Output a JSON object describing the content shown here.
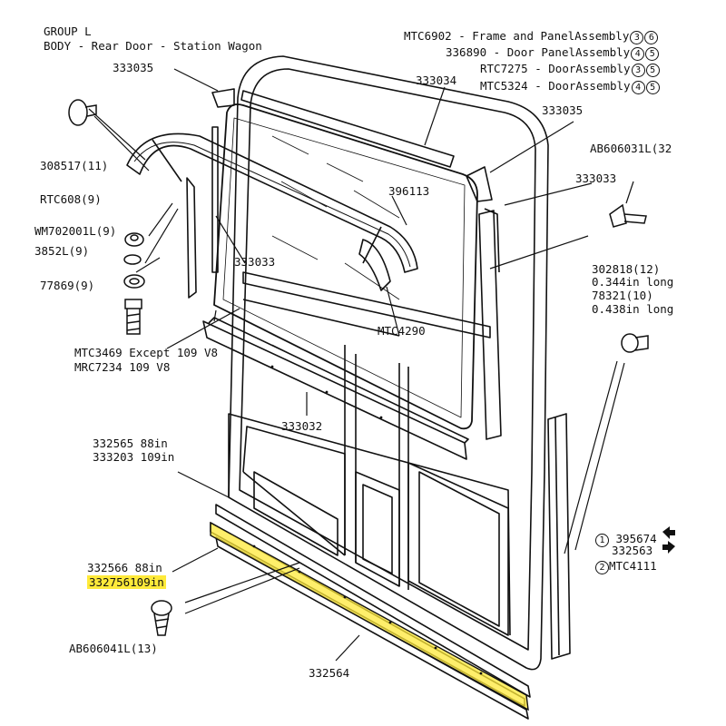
{
  "header": {
    "group": "GROUP L",
    "body": "BODY - Rear Door - Station Wagon"
  },
  "assemblies": [
    {
      "part": "MTC6902",
      "desc": "Frame and PanelAssembly",
      "notes": [
        "3",
        "6"
      ]
    },
    {
      "part": "336890",
      "desc": "Door PanelAssembly",
      "notes": [
        "4",
        "5"
      ]
    },
    {
      "part": "RTC7275",
      "desc": "DoorAssembly",
      "notes": [
        "3",
        "5"
      ]
    },
    {
      "part": "MTC5324",
      "desc": "DoorAssembly",
      "notes": [
        "4",
        "5"
      ]
    }
  ],
  "callouts": {
    "c333035_top": "333035",
    "c333034": "333034",
    "c333035_right": "333035",
    "c308517": "308517(11)",
    "cRTC608": "RTC608(9)",
    "cWM702001L": "WM702001L(9)",
    "c3852L": "3852L(9)",
    "c77869": "77869(9)",
    "c396113": "396113",
    "c333033_right": "333033",
    "c333033_left": "333033",
    "cAB606031L": "AB606031L(32",
    "c302818": "302818(12)",
    "c302818_len": "0.344in long",
    "c78321": "78321(10)",
    "c78321_len": "0.438in long",
    "cMTC4290": "MTC4290",
    "cMTC3469": "MTC3469 Except 109 V8",
    "cMRC7234": "MRC7234 109 V8",
    "c333032": "333032",
    "c332565": "332565 88in",
    "c333203": "333203 109in",
    "c332566": "332566 88in",
    "c332756": "332756109in",
    "cAB606041L": "AB606041L(13)",
    "c332564": "332564",
    "c395674": "395674",
    "c332563": "332563",
    "cMTC4111": "MTC4111",
    "note1": "1",
    "note2": "2"
  },
  "colors": {
    "highlight": "#ffea3a",
    "line": "#111111"
  }
}
